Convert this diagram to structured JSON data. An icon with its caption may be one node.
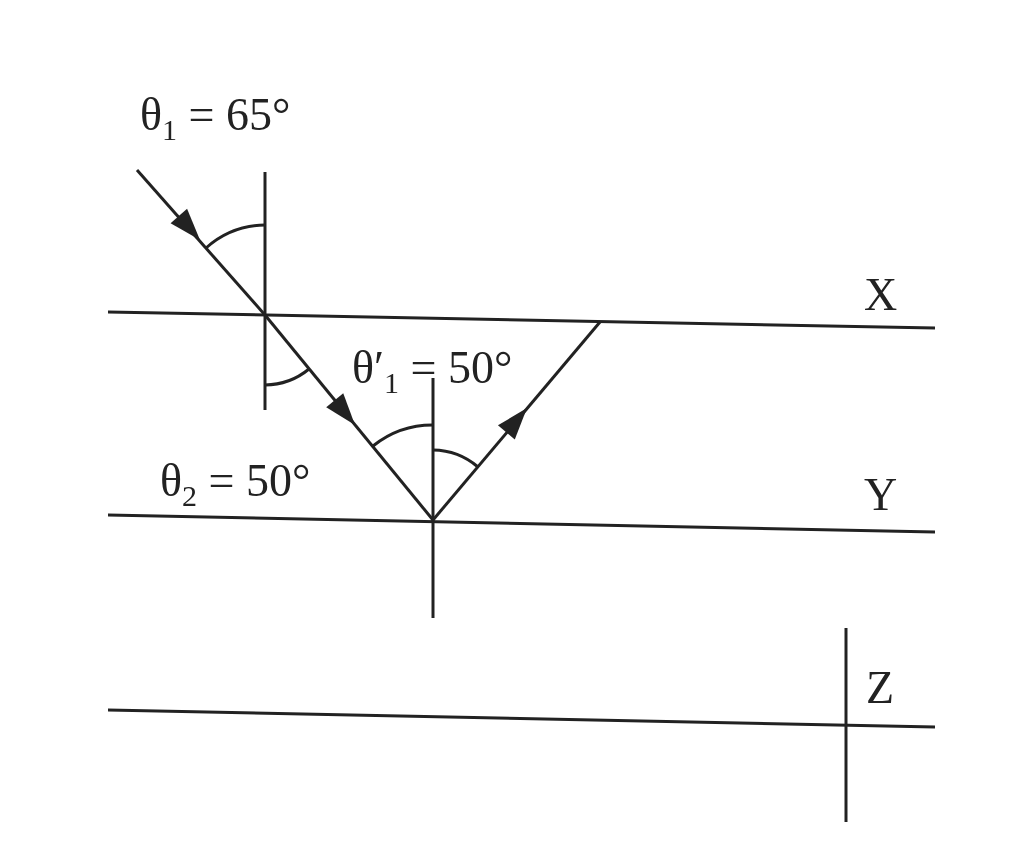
{
  "diagram": {
    "labels": [
      "θ$_{1}$ = 65°",
      "X",
      "θ′$_{1}$ = 50°",
      "θ$_{2}$ = 50°",
      "Y",
      "Z"
    ]
  }
}
